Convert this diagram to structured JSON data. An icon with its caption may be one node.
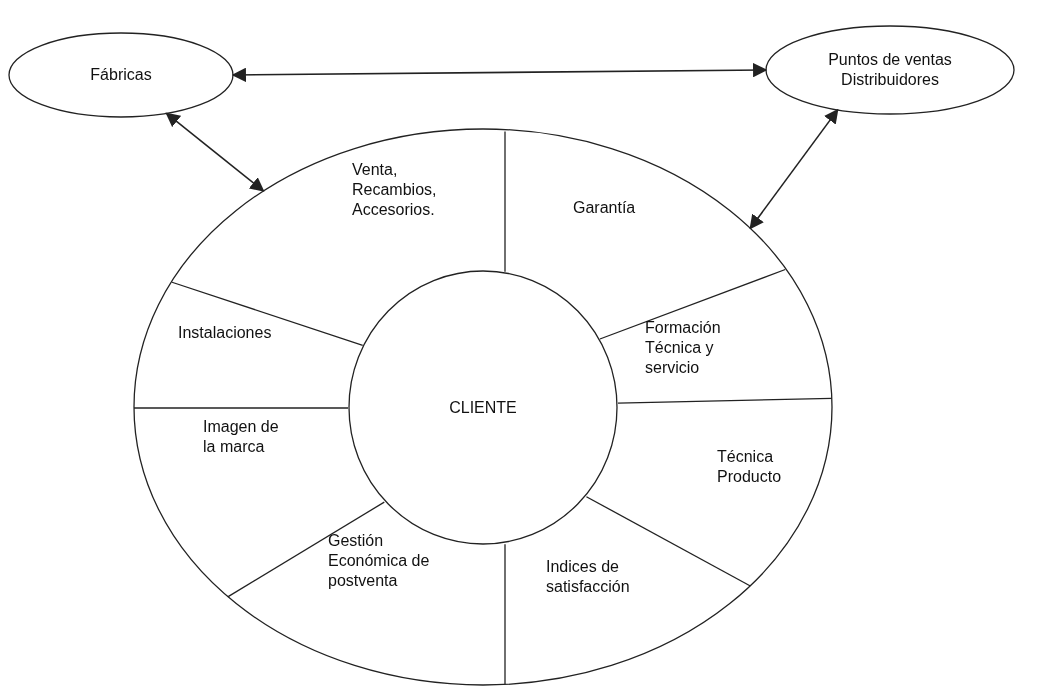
{
  "diagram": {
    "nodes": [
      {
        "text": [
          "Fábricas"
        ]
      },
      {
        "text": [
          "Puntos de ventas Distribuidores"
        ]
      },
      {
        "text": [],
        "shape": "circle"
      },
      {
        "text": [
          "Venta, Recambios, Accesorios."
        ],
        "in": 2
      },
      {
        "text": [
          "Garantía"
        ],
        "in": 2
      },
      {
        "text": [
          "Instalaciones"
        ],
        "in": 2
      },
      {
        "text": [
          "Formación Técnica y servicio"
        ],
        "in": 2
      },
      {
        "text": [
          "CLIENTE"
        ],
        "in": 2
      },
      {
        "text": [
          "Imagen de la marca"
        ],
        "in": 2
      },
      {
        "text": [
          "Técnica Producto"
        ],
        "in": 2
      },
      {
        "text": [
          "Gestión Económica de postventa"
        ],
        "in": 2
      },
      {
        "text": [
          "Indices de satisfacción"
        ],
        "in": 2
      }
    ],
    "edges": [
      {
        "from": 0,
        "to": 1,
        "arrow": "both"
      },
      {
        "from": 0,
        "to": 2,
        "arrow": "both"
      },
      {
        "from": 1,
        "to": 2,
        "arrow": "both"
      }
    ]
  }
}
